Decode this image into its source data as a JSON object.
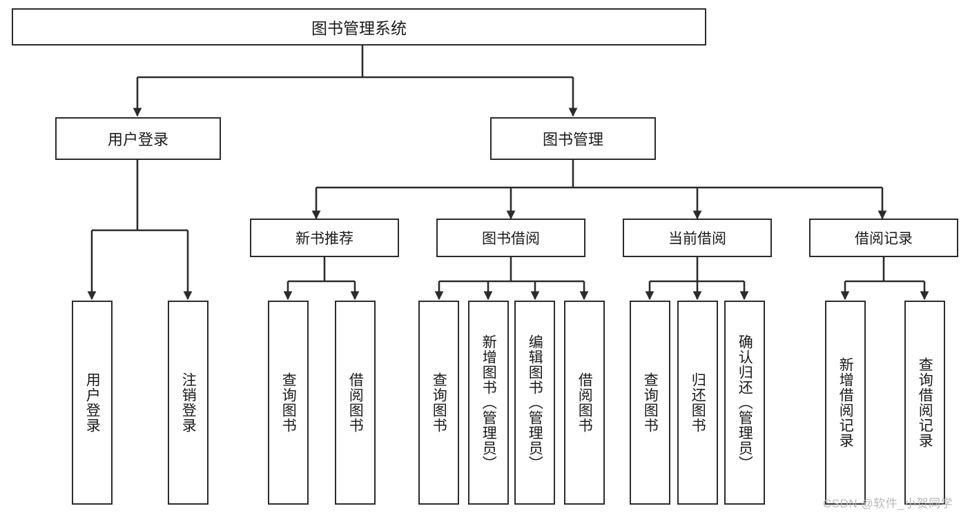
{
  "diagram": {
    "title": "图书管理系统",
    "type": "hierarchy-tree",
    "watermark": "CSDN @软件_小贺同学",
    "colors": {
      "box_border": "#2b2b2b",
      "box_fill": "#ffffff",
      "connector": "#2b2b2b",
      "text": "#1a1a1a",
      "watermark": "#b9b9b9",
      "background": "#ffffff"
    },
    "nodes": {
      "root": {
        "label": "图书管理系统"
      },
      "level2": [
        {
          "label": "用户登录"
        },
        {
          "label": "图书管理"
        }
      ],
      "level3": [
        {
          "label": "新书推荐"
        },
        {
          "label": "图书借阅"
        },
        {
          "label": "当前借阅"
        },
        {
          "label": "借阅记录"
        }
      ],
      "leaves": {
        "user_login": [
          {
            "label": "用户登录"
          },
          {
            "label": "注销登录"
          }
        ],
        "new_book_recommend": [
          {
            "label": "查询图书"
          },
          {
            "label": "借阅图书"
          }
        ],
        "book_borrow": [
          {
            "label": "查询图书"
          },
          {
            "label": "新增图书（管理员）"
          },
          {
            "label": "编辑图书（管理员）"
          },
          {
            "label": "借阅图书"
          }
        ],
        "current_borrow": [
          {
            "label": "查询图书"
          },
          {
            "label": "归还图书"
          },
          {
            "label": "确认归还（管理员）"
          }
        ],
        "borrow_record": [
          {
            "label": "新增借阅记录"
          },
          {
            "label": "查询借阅记录"
          }
        ]
      }
    }
  }
}
